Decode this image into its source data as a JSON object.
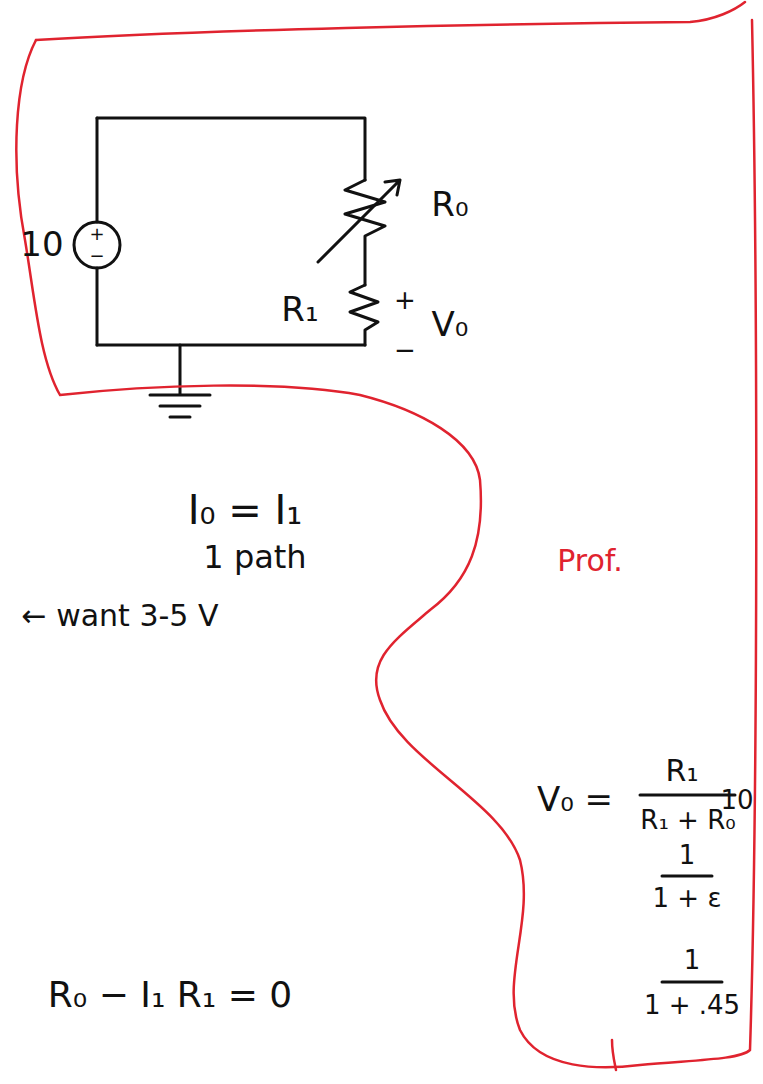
{
  "diagram": {
    "labels": [
      "10",
      "+",
      "−",
      "R₀",
      "R₁",
      "+",
      "V₀",
      "−",
      "I₀ = I₁",
      "1 path",
      "← want 3-5 V",
      "Prof.",
      "V₀ =",
      "R₁",
      "R₁ + R₀",
      "10",
      "1",
      "1 + ε",
      "1",
      "1 + .45",
      "R₀ − I₁ R₁ = 0"
    ]
  }
}
